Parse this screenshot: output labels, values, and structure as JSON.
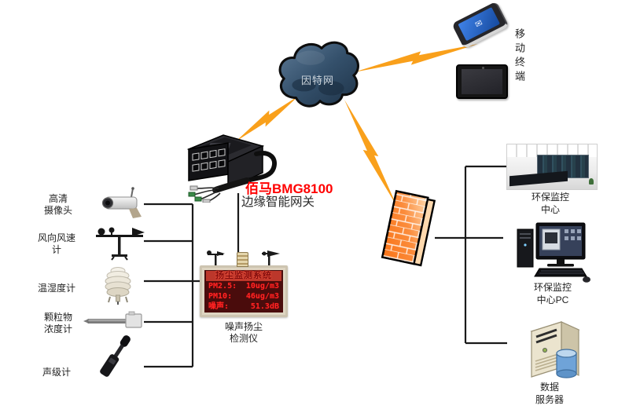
{
  "cloud": {
    "label": "因特网"
  },
  "mobile": {
    "label": "移动终端"
  },
  "gateway": {
    "title": "佰马BMG8100",
    "subtitle": "边缘智能网关"
  },
  "sensors": [
    {
      "label": "高清\n摄像头"
    },
    {
      "label": "风向风速\n计"
    },
    {
      "label": "温湿度计"
    },
    {
      "label": "颗粒物\n浓度计"
    },
    {
      "label": "声级计"
    }
  ],
  "monitor": {
    "screen_title": "扬尘监测系统",
    "readings": [
      {
        "name": "PM2.5:",
        "value": "10ug/m3"
      },
      {
        "name": "PM10:",
        "value": "46ug/m3"
      },
      {
        "name": "噪声:",
        "value": "51.3dB"
      }
    ],
    "caption": "噪声扬尘\n检测仪"
  },
  "right": {
    "center_caption": "环保监控\n中心",
    "pc_caption": "环保监控\n中心PC",
    "server_caption": "数据\n服务器"
  },
  "colors": {
    "accent_orange": "#F9A01B",
    "led_red": "#FF2525",
    "brand_red": "#FF0000",
    "cloud_blue": "#34506B"
  }
}
